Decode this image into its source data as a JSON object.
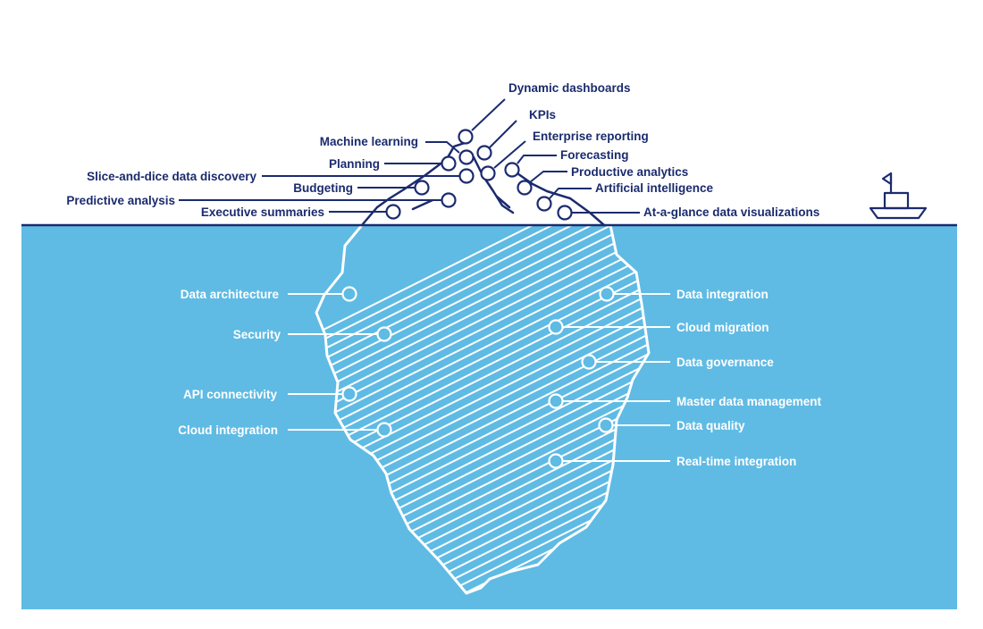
{
  "colors": {
    "navy": "#1b2b6e",
    "water": "#5fbbe4",
    "white": "#ffffff"
  },
  "icons": {
    "boat": "sailboat-icon",
    "node": "circle-node-icon"
  },
  "above_water": [
    {
      "id": "dynamic-dashboards",
      "label": "Dynamic dashboards"
    },
    {
      "id": "kpis",
      "label": "KPIs"
    },
    {
      "id": "machine-learning",
      "label": "Machine learning"
    },
    {
      "id": "enterprise-reporting",
      "label": "Enterprise reporting"
    },
    {
      "id": "planning",
      "label": "Planning"
    },
    {
      "id": "forecasting",
      "label": "Forecasting"
    },
    {
      "id": "slice-and-dice",
      "label": "Slice-and-dice data discovery"
    },
    {
      "id": "productive-analytics",
      "label": "Productive analytics"
    },
    {
      "id": "budgeting",
      "label": "Budgeting"
    },
    {
      "id": "artificial-intelligence",
      "label": "Artificial intelligence"
    },
    {
      "id": "predictive-analysis",
      "label": "Predictive analysis"
    },
    {
      "id": "executive-summaries",
      "label": "Executive summaries"
    },
    {
      "id": "at-a-glance",
      "label": "At-a-glance data visualizations"
    }
  ],
  "below_water": [
    {
      "id": "data-architecture",
      "label": "Data architecture"
    },
    {
      "id": "security",
      "label": "Security"
    },
    {
      "id": "api-connectivity",
      "label": "API connectivity"
    },
    {
      "id": "cloud-integration",
      "label": "Cloud integration"
    },
    {
      "id": "data-integration",
      "label": "Data integration"
    },
    {
      "id": "cloud-migration",
      "label": "Cloud migration"
    },
    {
      "id": "data-governance",
      "label": "Data governance"
    },
    {
      "id": "master-data-management",
      "label": "Master data management"
    },
    {
      "id": "data-quality",
      "label": "Data quality"
    },
    {
      "id": "real-time-integration",
      "label": "Real-time integration"
    }
  ]
}
